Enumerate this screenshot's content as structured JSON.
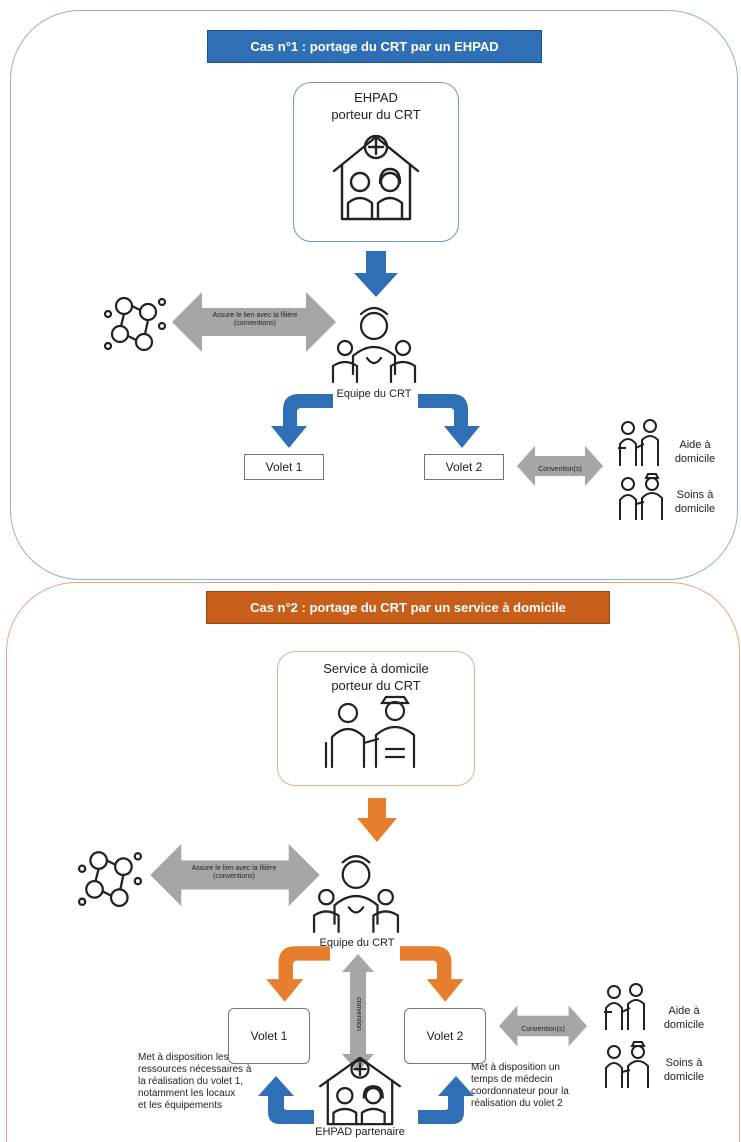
{
  "case1": {
    "title": "Cas n°1 : portage du CRT par un EHPAD",
    "porteur_line1": "EHPAD",
    "porteur_line2": "porteur du CRT",
    "link_line1": "Assure le lien avec la filière",
    "link_line2": "(conventions)",
    "team_label": "Equipe du CRT",
    "volet1": "Volet 1",
    "volet2": "Volet 2",
    "convention_label": "Convention(s)",
    "aide_line1": "Aide à",
    "aide_line2": "domicile",
    "soins_line1": "Soins à",
    "soins_line2": "domicile"
  },
  "case2": {
    "title": "Cas n°2 : portage du CRT par un service à domicile",
    "porteur_line1": "Service à domicile",
    "porteur_line2": "porteur du CRT",
    "link_line1": "Assure le lien avec la filière",
    "link_line2": "(conventions)",
    "team_label": "Equipe du CRT",
    "volet1": "Volet 1",
    "volet2": "Volet 2",
    "vertical_label": "convention",
    "convention_label": "Convention(s)",
    "aide_line1": "Aide à",
    "aide_line2": "domicile",
    "soins_line1": "Soins à",
    "soins_line2": "domicile",
    "left_note": [
      "Met à disposition les",
      "ressources nécessaires à",
      "la réalisation du volet 1,",
      "notamment les locaux",
      "et les équipements"
    ],
    "right_note": [
      "Met à disposition un",
      "temps de médecin",
      "coordonnateur pour la",
      "réalisation du volet 2"
    ],
    "partner_label": "EHPAD partenaire"
  },
  "colors": {
    "blue": "#2f6fb5",
    "orange": "#c75f1a",
    "arrow_orange": "#e67e2e",
    "grey": "#a6a6a6"
  },
  "icons": [
    "network-icon",
    "nursing-home-icon",
    "care-team-icon",
    "home-help-icon",
    "home-care-icon",
    "home-care-service-icon"
  ]
}
